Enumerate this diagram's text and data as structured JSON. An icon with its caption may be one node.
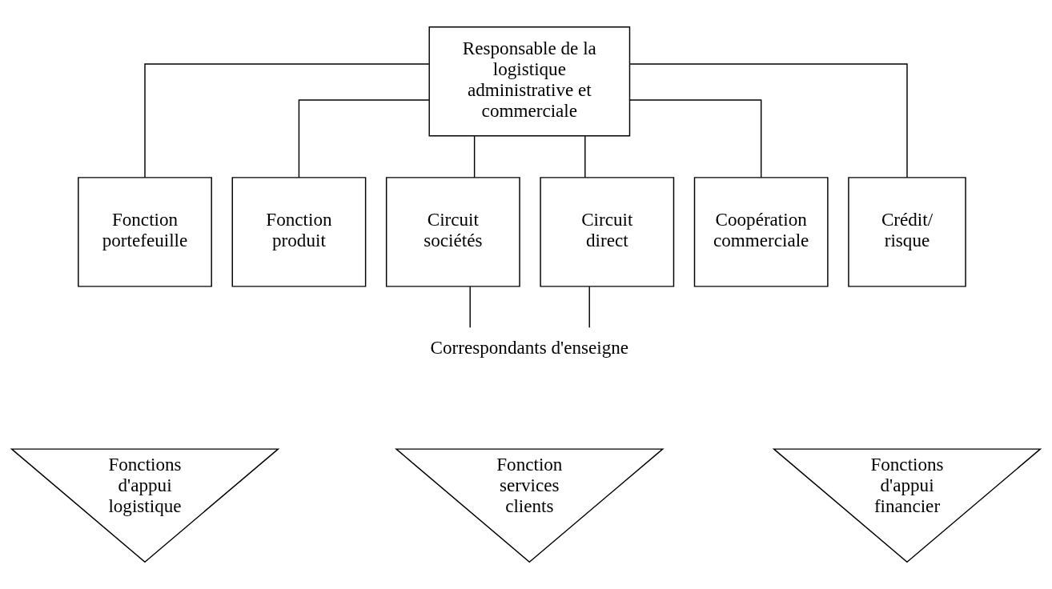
{
  "diagram": {
    "nodes": [
      {
        "text": [
          "Responsable de la logistique administrative et commerciale"
        ]
      },
      {
        "text": [
          "Fonction portefeuille"
        ]
      },
      {
        "text": [
          "Fonction produit"
        ]
      },
      {
        "text": [
          "Circuit sociétés"
        ]
      },
      {
        "text": [
          "Circuit direct"
        ]
      },
      {
        "text": [
          "Coopération commerciale"
        ]
      },
      {
        "text": [
          "Crédit/ risque"
        ]
      },
      {
        "text": [
          "Correspondants d'enseigne"
        ]
      },
      {
        "text": [
          "Fonctions d'appui logistique"
        ]
      },
      {
        "text": [
          "Fonction services clients"
        ]
      },
      {
        "text": [
          "Fonctions d'appui financier"
        ]
      }
    ],
    "edges": [
      {
        "from": 0,
        "to": 1,
        "arrow": "none"
      },
      {
        "from": 0,
        "to": 2,
        "arrow": "none"
      },
      {
        "from": 0,
        "to": 3,
        "arrow": "none"
      },
      {
        "from": 0,
        "to": 4,
        "arrow": "none"
      },
      {
        "from": 0,
        "to": 5,
        "arrow": "none"
      },
      {
        "from": 0,
        "to": 6,
        "arrow": "none"
      },
      {
        "from": 3,
        "to": 7,
        "arrow": "none"
      },
      {
        "from": 4,
        "to": 7,
        "arrow": "none"
      }
    ]
  }
}
